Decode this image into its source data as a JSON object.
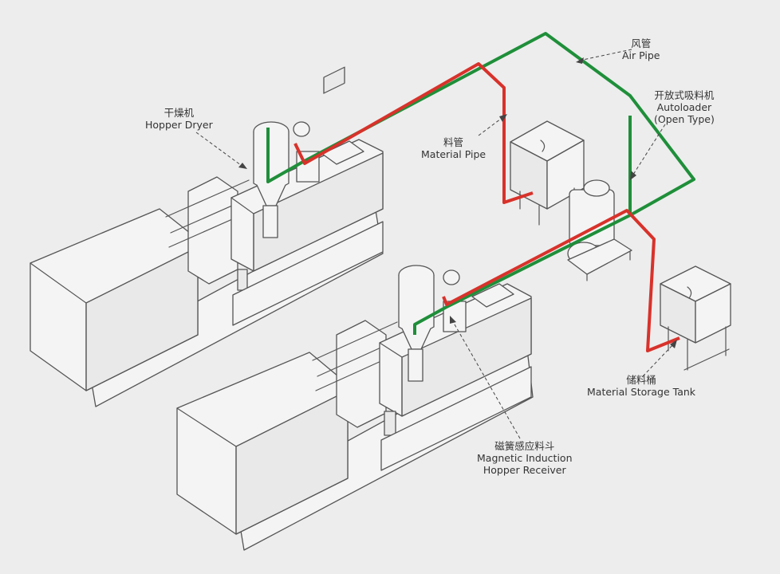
{
  "colors": {
    "air_pipe": "#1f8f3a",
    "material_pipe": "#d8322b",
    "background": "#ededed",
    "outline": "#555555"
  },
  "labels": {
    "air_pipe": {
      "zh": "风管",
      "en": "Air Pipe"
    },
    "autoloader": {
      "zh": "开放式吸料机",
      "en": "Autoloader",
      "en2": "(Open Type)"
    },
    "hopper_dryer": {
      "zh": "干燥机",
      "en": "Hopper Dryer"
    },
    "material_pipe": {
      "zh": "料管",
      "en": "Material Pipe"
    },
    "storage_tank": {
      "zh": "储料桶",
      "en": "Material Storage Tank"
    },
    "hopper_receiver": {
      "zh": "磁簧感应料斗",
      "en": "Magnetic Induction",
      "en2": "Hopper Receiver"
    }
  }
}
